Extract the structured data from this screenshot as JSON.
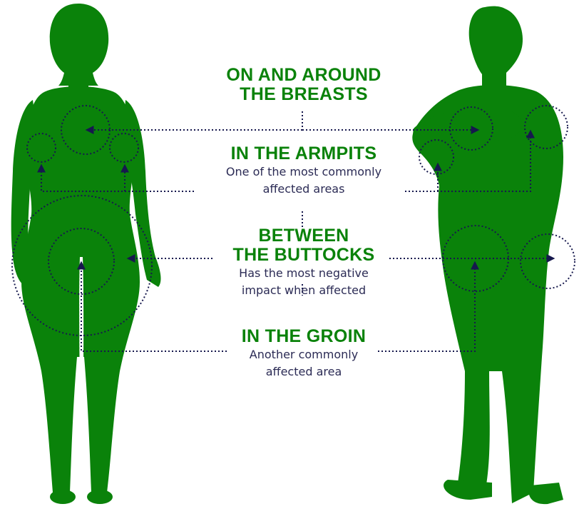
{
  "colors": {
    "silhouette": "#0a820a",
    "heading": "#0a820a",
    "text": "#2b2b55",
    "arrow": "#16184d"
  },
  "areas": [
    {
      "title_lines": [
        "ON AND AROUND",
        "THE BREASTS"
      ],
      "description_lines": []
    },
    {
      "title_lines": [
        "IN THE ARMPITS"
      ],
      "description_lines": [
        "One of the most commonly",
        "affected areas"
      ]
    },
    {
      "title_lines": [
        "BETWEEN",
        "THE BUTTOCKS"
      ],
      "description_lines": [
        "Has the most negative",
        "impact when affected"
      ]
    },
    {
      "title_lines": [
        "IN THE GROIN"
      ],
      "description_lines": [
        "Another commonly",
        "affected area"
      ]
    }
  ]
}
